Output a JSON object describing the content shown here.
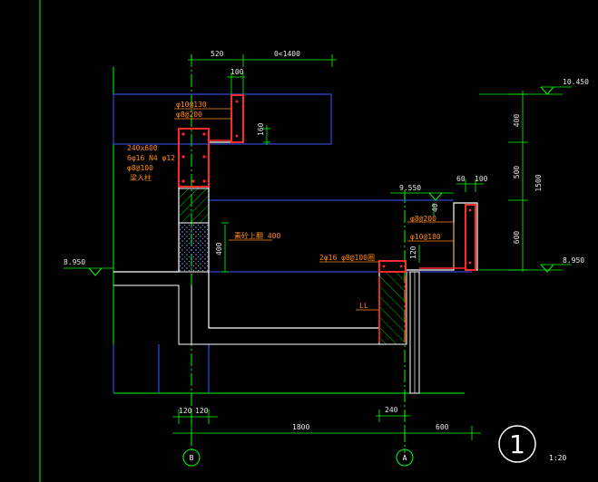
{
  "dims": {
    "top_520": "520",
    "top_0_1400": "0<1400",
    "top_100": "100",
    "top_160": "160",
    "right_400": "400",
    "right_500": "500",
    "right_600": "600",
    "right_1500": "1500",
    "right_60": "60",
    "right_100": "100",
    "right_40": "40",
    "right_120": "120",
    "bottom_120a": "120",
    "bottom_120b": "120",
    "bottom_240": "240",
    "bottom_1800": "1800",
    "bottom_600": "600",
    "side_400": "400"
  },
  "levels": {
    "top_right": "10.450",
    "mid": "9.550",
    "left": "8.950",
    "right": "8.950"
  },
  "rebar": {
    "a": "φ10@130",
    "b": "φ8@200",
    "beam_size": "240x600",
    "beam_bars": "6φ16 N4 φ12",
    "beam_stirrup": "φ8@100",
    "beam_note": "梁入柱",
    "c": "φ8@200",
    "d": "φ10@180",
    "e": "2φ16 φ8@100圈"
  },
  "notes": {
    "fill_wall": "素砼上翻 400",
    "ll": "LL"
  },
  "axes": {
    "b": "B",
    "a": "A"
  },
  "detail": {
    "number": "1",
    "scale": "1:20"
  },
  "colors": {
    "dim": "#00ff00",
    "outline": "#ffffff",
    "slab": "#3a5cff",
    "rebar": "#ff2a2a",
    "text": "#ff8a1c",
    "hatch": "#00c000"
  }
}
